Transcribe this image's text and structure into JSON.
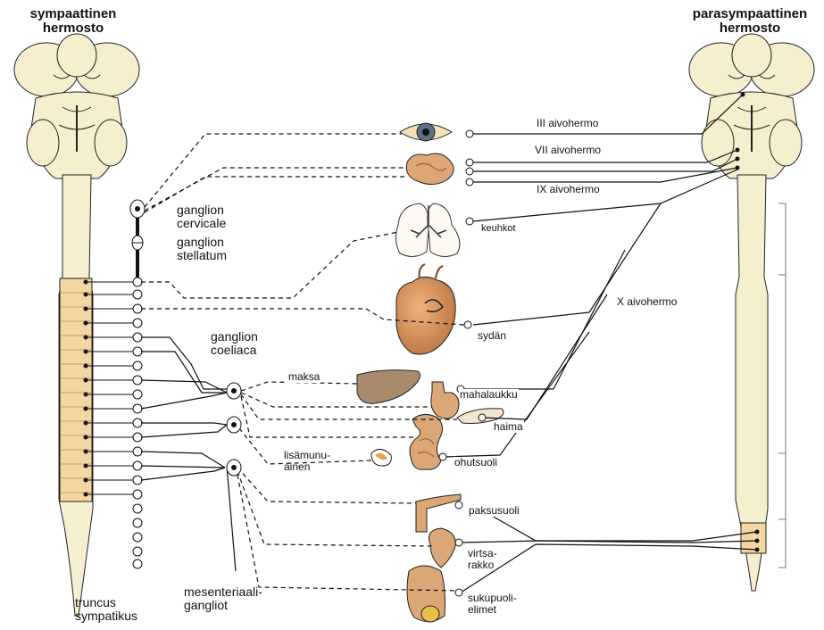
{
  "titles": {
    "sympathetic": [
      "sympaattinen",
      "hermosto"
    ],
    "parasympathetic": [
      "parasympaattinen",
      "hermosto"
    ]
  },
  "ganglia": {
    "cervicale": [
      "ganglion",
      "cervicale"
    ],
    "stellatum": [
      "ganglion",
      "stellatum"
    ],
    "coeliaca": [
      "ganglion",
      "coeliaca"
    ],
    "mesenteric": [
      "mesenteriaali-",
      "gangliot"
    ],
    "truncus": [
      "truncus",
      "sympatikus"
    ]
  },
  "nerves": {
    "III": "III aivohermo",
    "VII": "VII aivohermo",
    "IX": "IX aivohermo",
    "X": "X aivohermo"
  },
  "organs": {
    "lungs": "keuhkot",
    "heart": "sydän",
    "liver": "maksa",
    "stomach": "mahalaukku",
    "pancreas": "haima",
    "adrenal": [
      "lisämunu-",
      "ainen"
    ],
    "small_intestine": "ohutsuoli",
    "large_intestine": "paksusuoli",
    "bladder": [
      "virtsa-",
      "rakko"
    ],
    "genitals": [
      "sukupuoli-",
      "elimet"
    ]
  },
  "colors": {
    "bone": "#f6efcf",
    "thoracic": "#f3d7a3",
    "organ": "#dba777",
    "organ_dark": "#c98a58",
    "line": "#111111"
  }
}
